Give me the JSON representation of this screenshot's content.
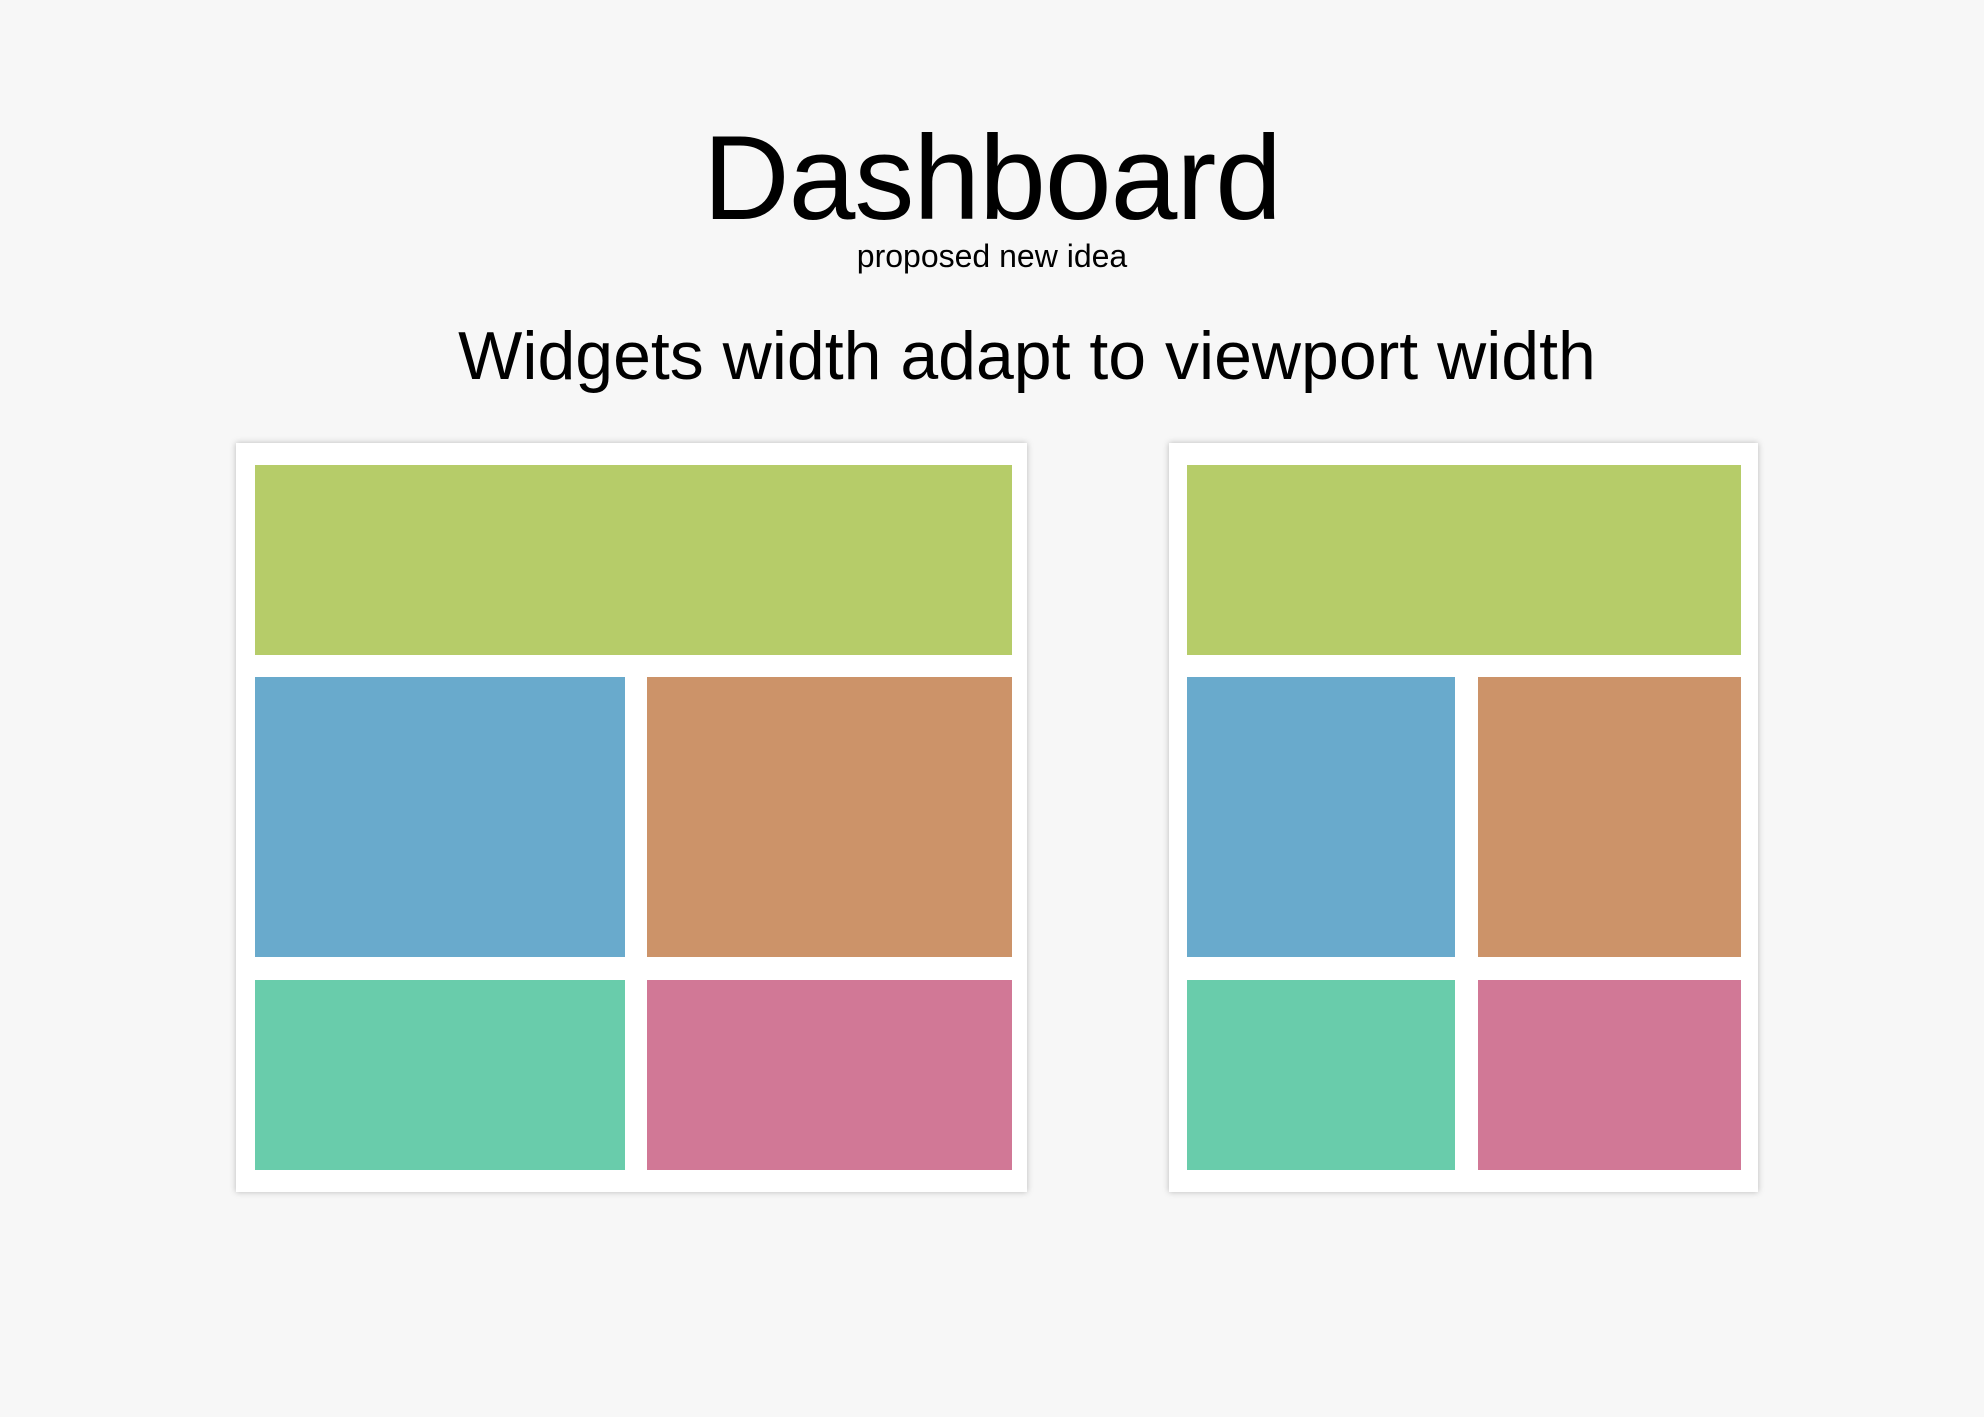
{
  "header": {
    "title": "Dashboard",
    "subtitle": "proposed new idea",
    "heading": "Widgets width adapt to viewport width"
  },
  "colors": {
    "background": "#f7f7f7",
    "frame": "#ffffff",
    "widget_green": "#b6cc69",
    "widget_blue": "#69aacc",
    "widget_orange": "#cc9369",
    "widget_teal": "#69ccab",
    "widget_pink": "#d17896"
  },
  "layouts": [
    {
      "name": "wide-viewport",
      "widgets": [
        "green",
        "blue",
        "orange",
        "teal",
        "pink"
      ]
    },
    {
      "name": "narrow-viewport",
      "widgets": [
        "green",
        "blue",
        "orange",
        "teal",
        "pink"
      ]
    }
  ]
}
